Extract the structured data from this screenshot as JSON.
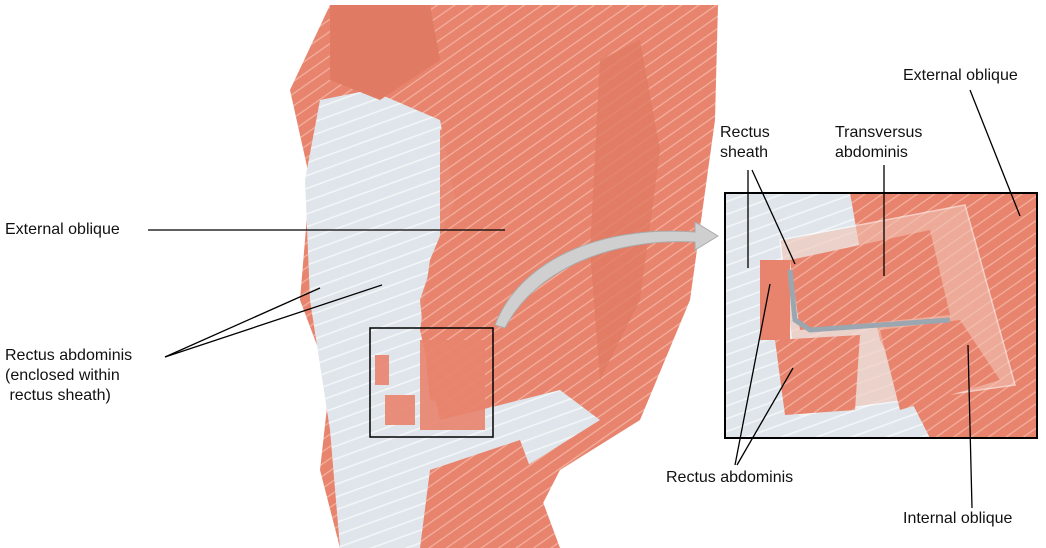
{
  "labels": {
    "external_oblique_left": "External oblique",
    "rectus_abdominis_left": [
      "Rectus abdominis",
      "(enclosed within",
      " rectus sheath)"
    ],
    "external_oblique_right": "External oblique",
    "rectus_sheath": [
      "Rectus",
      "sheath"
    ],
    "transversus_abdominis": [
      "Transversus",
      "abdominis"
    ],
    "rectus_abdominis_bottom": "Rectus abdominis",
    "internal_oblique": "Internal oblique"
  },
  "colors": {
    "muscle": "#e8846d",
    "muscle_dark": "#c9604c",
    "sheath": "#dfe5ea",
    "arrow": "#c8c8c8",
    "leader": "#000000"
  }
}
